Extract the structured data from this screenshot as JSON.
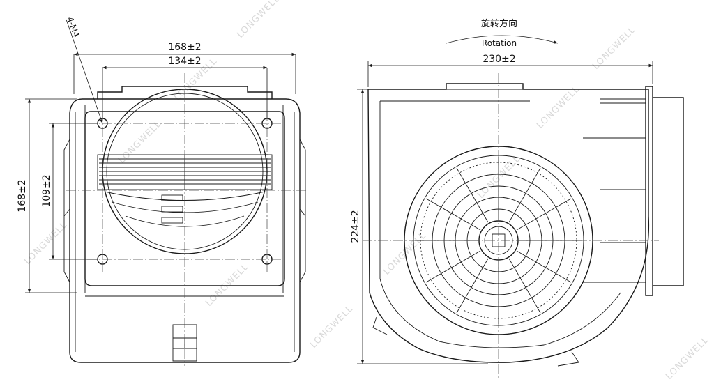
{
  "front_view": {
    "hole_note": "4-M4",
    "width_outer": "168±2",
    "width_holes": "134±2",
    "height_outer": "168±2",
    "height_holes": "109±2"
  },
  "side_view": {
    "rotation_zh": "旋转方向",
    "rotation_en": "Rotation",
    "width": "230±2",
    "height": "224±2"
  },
  "watermark": "LONGWELL"
}
